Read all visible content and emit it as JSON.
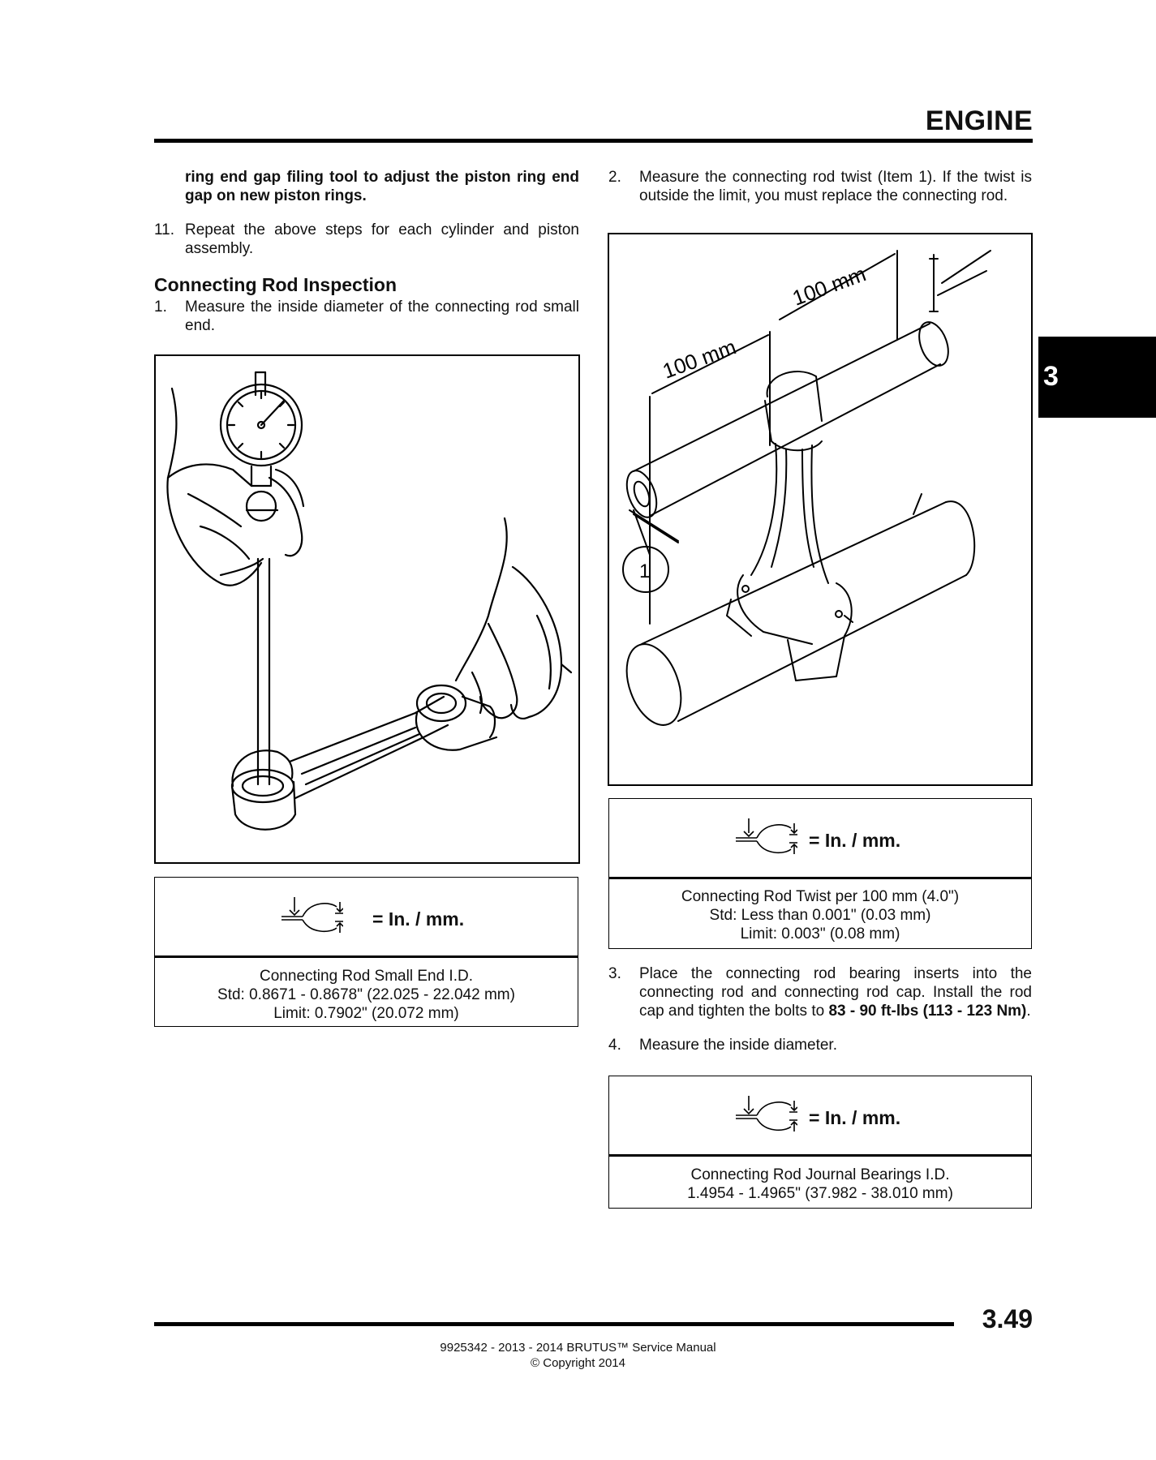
{
  "header": {
    "section_title": "ENGINE"
  },
  "chapter_tab": {
    "label": "3"
  },
  "left_column": {
    "continued_text": "ring end gap filing tool to adjust the piston ring end gap on new piston rings.",
    "step11": {
      "number": "11.",
      "text": "Repeat the above steps for each cylinder and piston assembly."
    },
    "heading": "Connecting Rod Inspection",
    "step1": {
      "number": "1.",
      "text": "Measure the inside diameter of the connecting rod small end."
    },
    "spec_box": {
      "unit_label": "= In. / mm.",
      "lines": [
        "Connecting Rod Small End I.D.",
        "Std: 0.8671 - 0.8678\" (22.025 - 22.042 mm)",
        "Limit: 0.7902\" (20.072 mm)"
      ]
    }
  },
  "right_column": {
    "step2": {
      "number": "2.",
      "text": "Measure the connecting rod twist (Item 1). If the twist is outside the limit, you must replace the connecting rod."
    },
    "figure_labels": {
      "dim_left": "100 mm",
      "dim_right": "100 mm",
      "item": "1"
    },
    "spec_box_twist": {
      "unit_label": "= In. / mm.",
      "lines": [
        "Connecting Rod Twist per 100 mm (4.0\")",
        "Std: Less than 0.001\" (0.03 mm)",
        "Limit: 0.003\" (0.08 mm)"
      ]
    },
    "step3": {
      "number": "3.",
      "text_before": "Place the connecting rod bearing inserts into the connecting rod and connecting rod cap. Install the rod cap and tighten the bolts to ",
      "torque": "83 - 90 ft-lbs (113 - 123 Nm)",
      "text_after": "."
    },
    "step4": {
      "number": "4.",
      "text": "Measure the inside diameter."
    },
    "spec_box_journal": {
      "unit_label": "= In. / mm.",
      "lines": [
        "Connecting Rod Journal Bearings I.D.",
        "1.4954 - 1.4965\" (37.982 - 38.010 mm)"
      ]
    }
  },
  "footer": {
    "page_number": "3.49",
    "manual_line": "9925342 - 2013 - 2014 BRUTUS™ Service Manual",
    "copyright_line": "© Copyright 2014"
  },
  "icons": {
    "spec_icon": "caliper-icon"
  }
}
